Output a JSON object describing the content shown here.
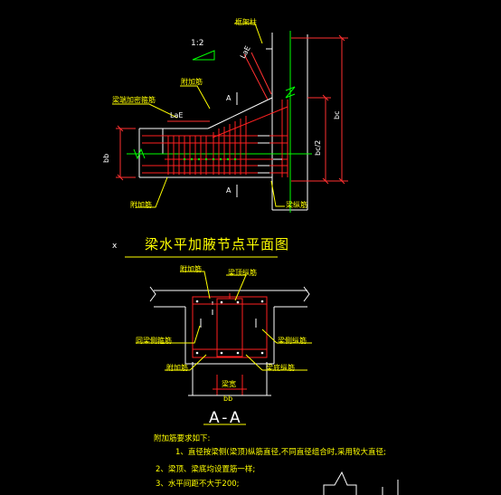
{
  "plan_view": {
    "title": "梁水平加腋节点平面图",
    "marker_x": "x",
    "slope_ratio": "1:2",
    "labels": {
      "frame_column": "框架柱",
      "haunch_rebar_top": "附加筋",
      "beam_haunch_stirrup": "梁端加密箍筋",
      "lae_top": "LaE",
      "lae_left": "LaE",
      "section_top": "A",
      "section_bottom": "A",
      "dim_bb": "bb",
      "dim_bc": "bc",
      "dim_half": "bc/2",
      "haunch_rebar_bottom": "附加筋",
      "beam_long_rebar": "梁纵筋"
    }
  },
  "section_view": {
    "title": "A-A",
    "labels": {
      "extra_rebar": "附加筋",
      "beam_top_rebar": "梁顶纵筋",
      "same_stirrup": "同梁侧箍筋",
      "beam_side_rebar": "梁侧纵筋",
      "extra_rebar_2": "附加筋",
      "beam_bottom_rebar": "梁底纵筋",
      "beam_width": "梁宽",
      "dim_bb": "bb"
    }
  },
  "notes": {
    "heading": "附加筋要求如下:",
    "items": [
      "1、直径按梁侧(梁顶)纵筋直径,不同直径组合时,采用较大直径;",
      "2、梁顶、梁底均设置筋一样;",
      "3、水平间距不大于200;"
    ]
  },
  "colors": {
    "concrete_line": "#ffffff",
    "rebar": "#ff2020",
    "leader": "#ffff00",
    "axis": "#00ff00",
    "dimension": "#ff3030",
    "stirrup_right": "#ffffff"
  }
}
